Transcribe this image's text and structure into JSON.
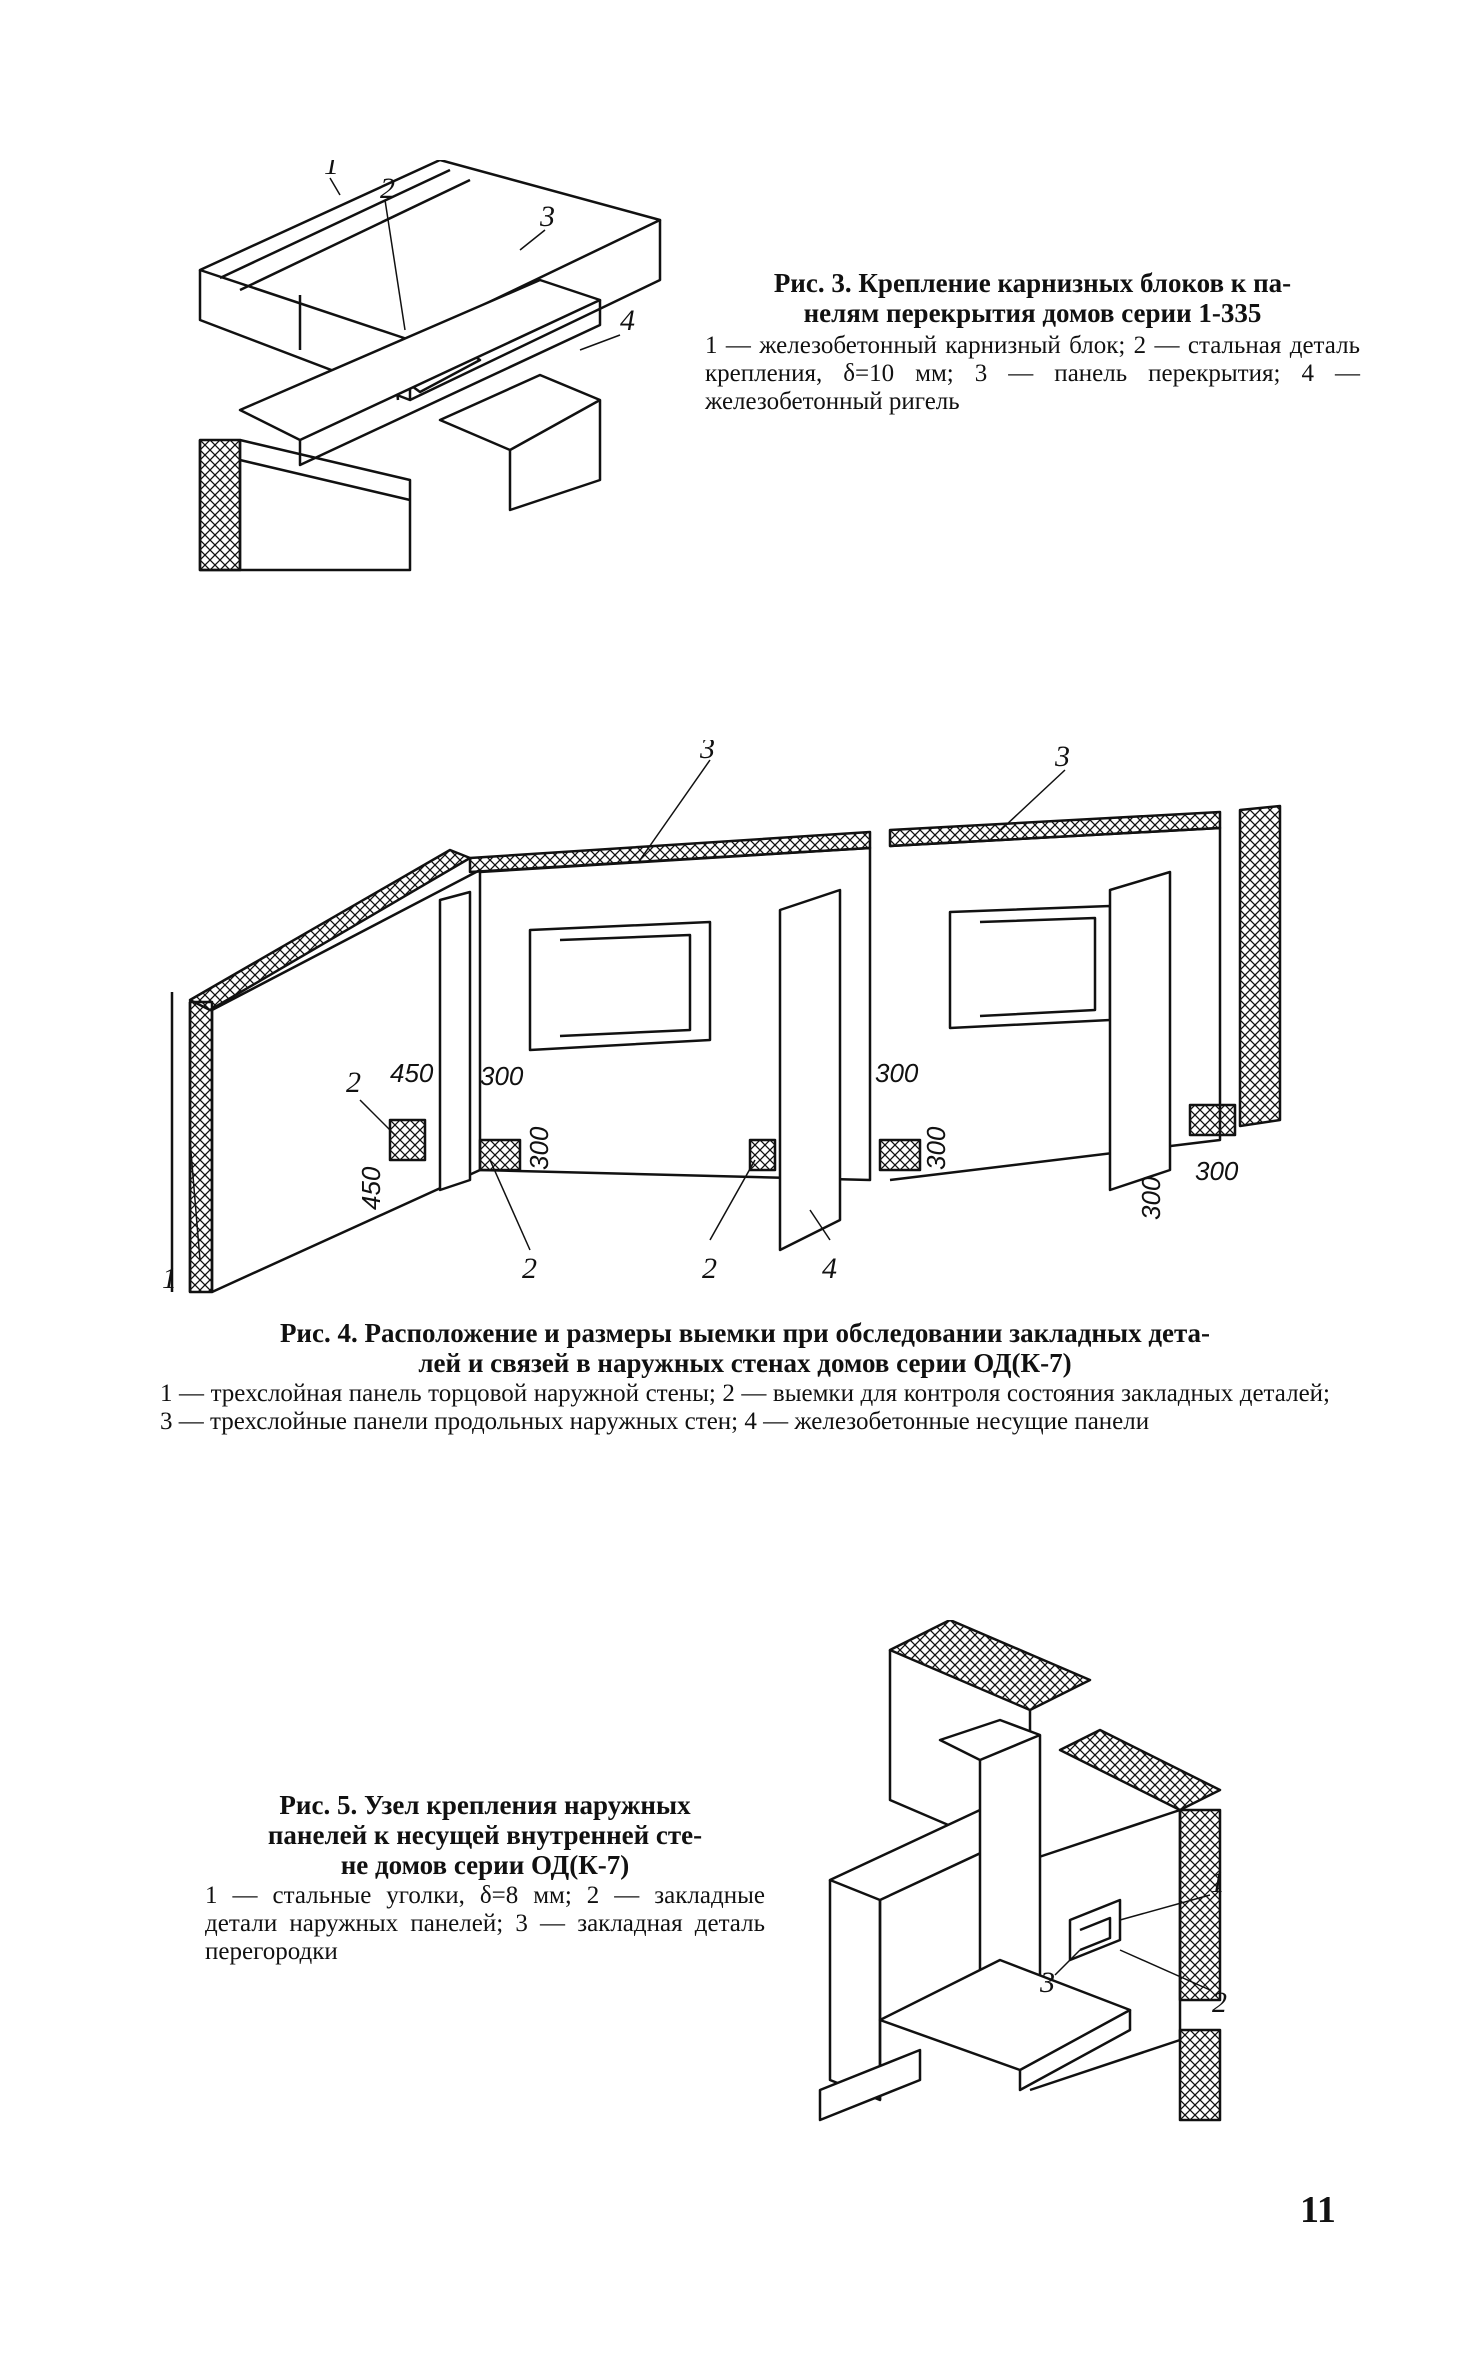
{
  "figure3": {
    "callouts": [
      "1",
      "2",
      "3",
      "4"
    ],
    "title": "Рис. 3. Крепление карнизных блоков к па-\nнелям перекрытия домов серии 1-335",
    "legend": "1 — железобетонный карнизный блок; 2 — стальная деталь крепления, δ=10 мм; 3 — панель перекрытия; 4 — железобетонный ригель"
  },
  "figure4": {
    "callouts": [
      "3",
      "3",
      "2",
      "2",
      "2",
      "4",
      "1"
    ],
    "dimensions": [
      "450",
      "450",
      "300",
      "300",
      "300",
      "300",
      "300",
      "300"
    ],
    "title": "Рис. 4. Расположение и размеры выемки при обследовании закладных дета-\nлей и связей в наружных стенах домов серии ОД(К-7)",
    "legend": "1 — трехслойная панель торцовой наружной стены; 2 — выемки для контроля состояния закладных деталей; 3 — трехслойные панели продольных наружных стен; 4 — железобетонные несущие панели"
  },
  "figure5": {
    "callouts": [
      "1",
      "2",
      "3"
    ],
    "title": "Рис. 5. Узел крепления наружных\nпанелей к несущей внутренней сте-\nне домов серии ОД(К-7)",
    "legend": "1 — стальные уголки, δ=8 мм; 2 — закладные детали наружных панелей; 3 — закладная деталь перегородки"
  },
  "page_number": "11"
}
